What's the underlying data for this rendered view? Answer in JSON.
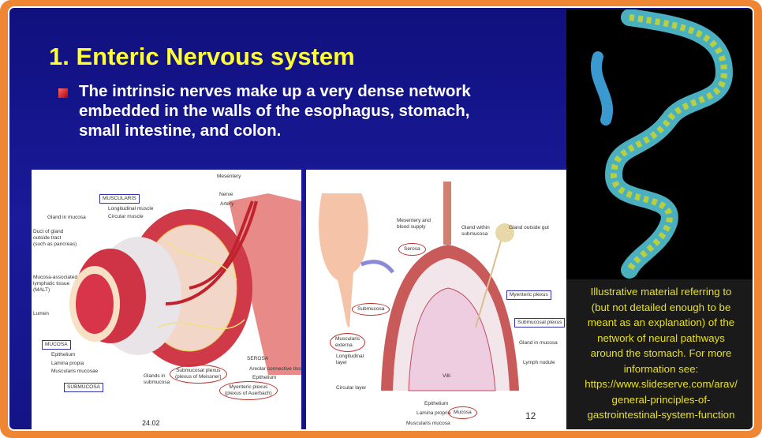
{
  "slide": {
    "title": "1. Enteric Nervous system",
    "bullet": "The intrinsic nerves make up a very dense network embedded in the walls of the esophagus, stomach, small intestine, and colon.",
    "page_number": "12"
  },
  "left_diagram": {
    "labels": {
      "mesentery": "Mesentery",
      "nerve": "Nerve",
      "artery": "Artery",
      "muscularis": "MUSCULARIS",
      "longitudinal": "Longitudinal muscle",
      "circular": "Circular muscle",
      "gland_mucosa": "Gland in mucosa",
      "duct1": "Duct of gland",
      "duct2": "outside tract",
      "duct3": "(such as pancreas)",
      "malt1": "Mucosa-associated",
      "malt2": "lymphatic tissue",
      "malt3": "(MALT)",
      "lumen": "Lumen",
      "mucosa": "MUCOSA",
      "epithelium": "Epithelium",
      "lamina": "Lamina propia",
      "musc_mucosae": "Muscularis mucosae",
      "submucosa": "SUBMUCOSA",
      "glands_sub1": "Glands in",
      "glands_sub2": "submucosa",
      "sub_plexus1": "Submucosal plexus",
      "sub_plexus2": "(plexus of Meissner)",
      "serosa": "SEROSA",
      "areolar": "Areolar connective tissue",
      "serosa_epi": "Epithelium",
      "myen1": "Myenteric plexus",
      "myen2": "(plexus of Auerbach)",
      "fig": "24.02"
    }
  },
  "mid_diagram": {
    "labels": {
      "mes1": "Mesentery and",
      "mes2": "blood supply",
      "gws1": "Gland within",
      "gws2": "submucosa",
      "gog": "Gland outside gut",
      "serosa": "Serosa",
      "submucosa": "Submucosa",
      "myen": "Myenteric plexus",
      "subpl": "Submucosal plexus",
      "me1": "Muscularis",
      "me2": "externa",
      "long1": "Longitudinal",
      "long2": "layer",
      "gim": "Gland in mucosa",
      "lymph": "Lymph nodule",
      "circ": "Circular layer",
      "villi": "Villi",
      "epi": "Epithelium",
      "lp": "Lamina propria",
      "mucosa": "Mucosa",
      "mm": "Muscularis mucosa"
    }
  },
  "note": {
    "lines": [
      "Illustrative material referring to",
      "(but not detailed enough to be",
      "meant as an explanation) of the",
      "network of neural pathways",
      "around the stomach. For more",
      "information see:",
      "https://www.slideserve.com/arav/",
      "general-principles-of-",
      "gastrointestinal-system-function"
    ]
  },
  "colors": {
    "title": "#ffff33",
    "frame": "#ef8633",
    "background": "#14148a",
    "note_text": "#e8e020"
  }
}
